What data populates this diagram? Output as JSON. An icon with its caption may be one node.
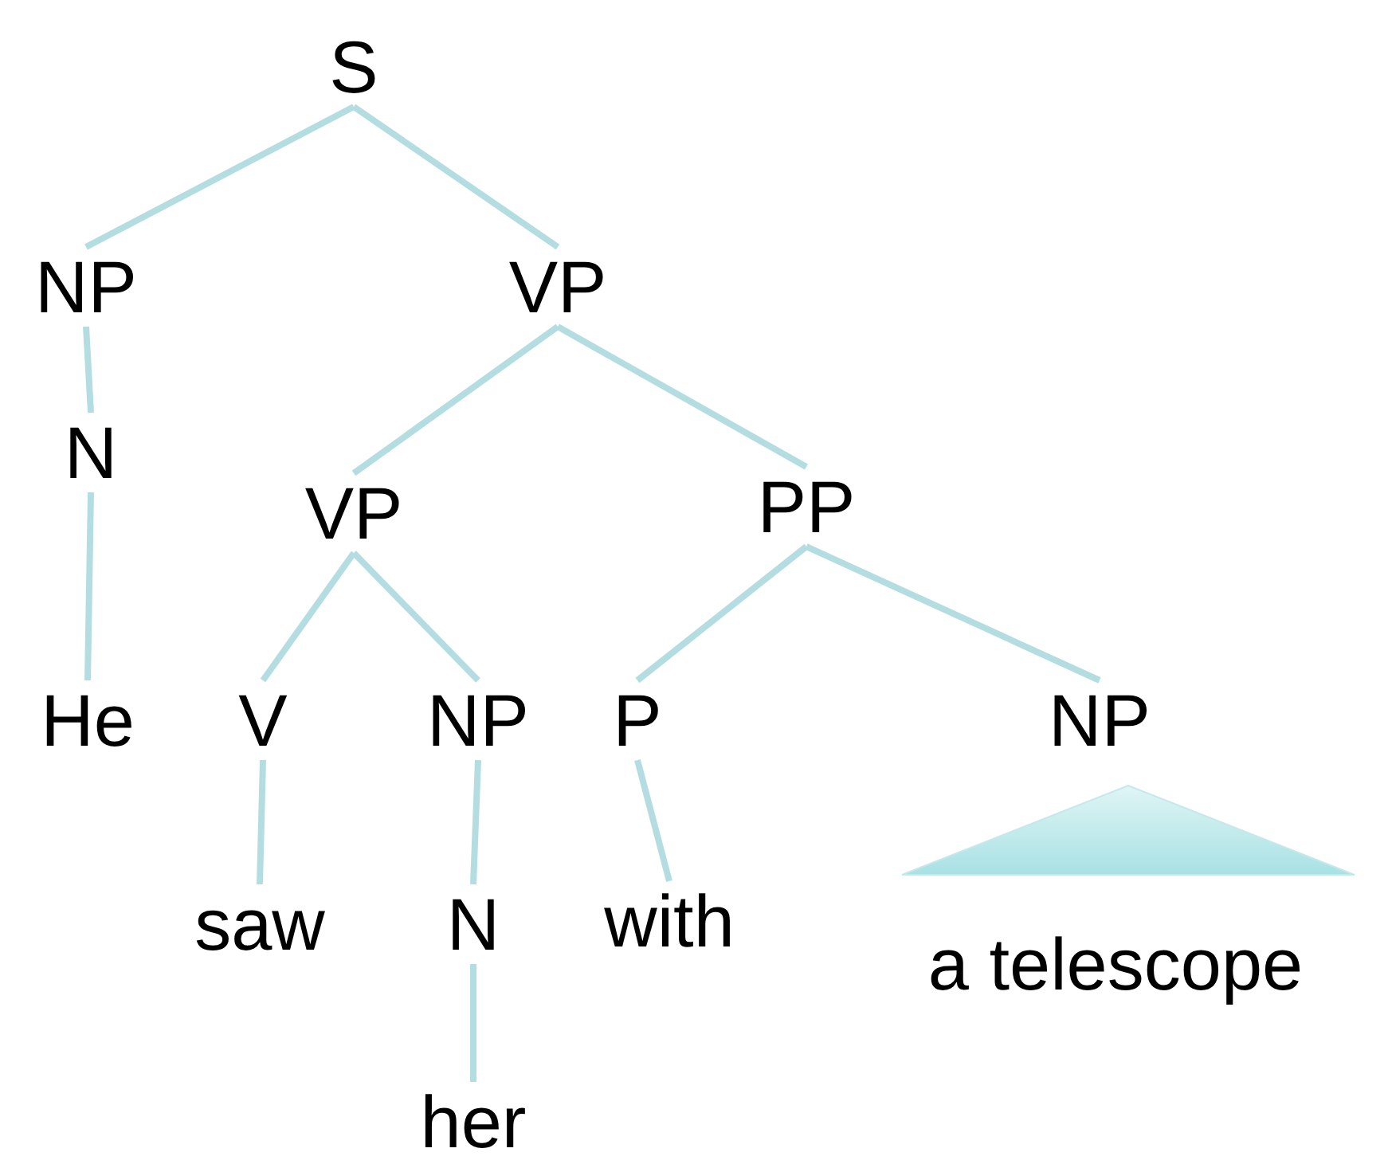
{
  "diagram": {
    "nodes": [
      {
        "text": [
          "S"
        ]
      },
      {
        "text": [
          "NP"
        ]
      },
      {
        "text": [
          "VP"
        ]
      },
      {
        "text": [
          "N"
        ]
      },
      {
        "text": [
          "VP"
        ]
      },
      {
        "text": [
          "PP"
        ]
      },
      {
        "text": [
          "He"
        ]
      },
      {
        "text": [
          "V"
        ]
      },
      {
        "text": [
          "NP"
        ]
      },
      {
        "text": [
          "P"
        ]
      },
      {
        "text": [
          "NP"
        ]
      },
      {
        "text": [],
        "shape": "triangle"
      },
      {
        "text": [
          "saw"
        ]
      },
      {
        "text": [
          "N"
        ]
      },
      {
        "text": [
          "with"
        ]
      },
      {
        "text": [
          "a telescope"
        ]
      },
      {
        "text": [
          "her"
        ]
      }
    ],
    "edges": [
      {
        "from": 0,
        "to": 1,
        "arrow": "none"
      },
      {
        "from": 0,
        "to": 2,
        "arrow": "none"
      },
      {
        "from": 1,
        "to": 3,
        "arrow": "none"
      },
      {
        "from": 3,
        "to": 6,
        "arrow": "none"
      },
      {
        "from": 2,
        "to": 4,
        "arrow": "none"
      },
      {
        "from": 2,
        "to": 5,
        "arrow": "none"
      },
      {
        "from": 4,
        "to": 7,
        "arrow": "none"
      },
      {
        "from": 4,
        "to": 8,
        "arrow": "none"
      },
      {
        "from": 5,
        "to": 9,
        "arrow": "none"
      },
      {
        "from": 5,
        "to": 10,
        "arrow": "none"
      },
      {
        "from": 7,
        "to": 12,
        "arrow": "none"
      },
      {
        "from": 8,
        "to": 13,
        "arrow": "none"
      },
      {
        "from": 9,
        "to": 14,
        "arrow": "none"
      },
      {
        "from": 13,
        "to": 16,
        "arrow": "none"
      }
    ]
  }
}
